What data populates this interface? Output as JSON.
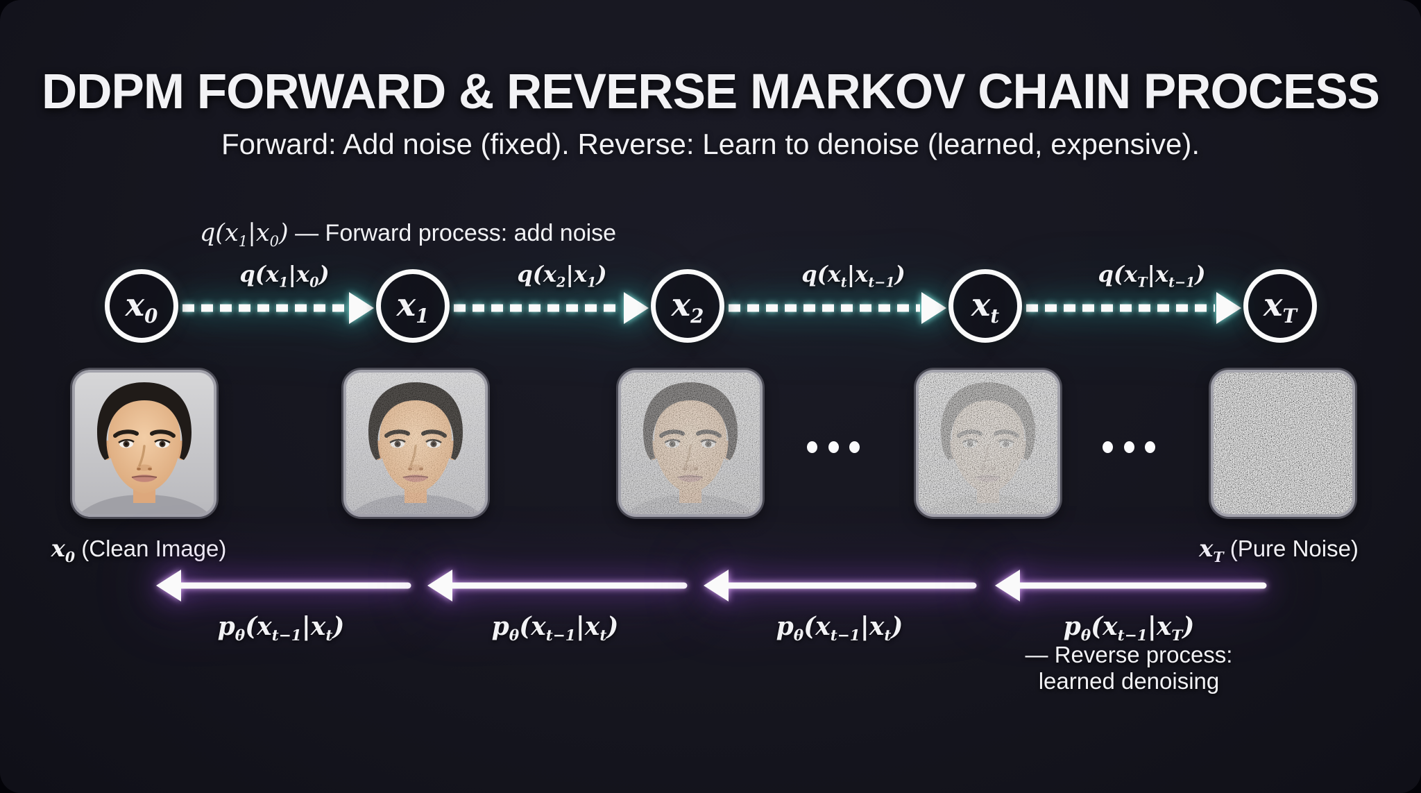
{
  "colors": {
    "background": "#16161f",
    "text": "#f2f2f5",
    "forward_glow_teal": "#2dd4bf",
    "reverse_glow_purple": "#a855f7",
    "arrow_white": "#fafafa",
    "tile_frame_gray": "#a2a2ab"
  },
  "header": {
    "title": "DDPM FORWARD & REVERSE MARKOV CHAIN PROCESS",
    "subtitle": "Forward: Add noise (fixed). Reverse: Learn to denoise (learned, expensive)."
  },
  "forward_note": {
    "math_html": "q(x<sub>1</sub>|x<sub>0</sub>)",
    "text": " — Forward process: add noise"
  },
  "chain": {
    "nodes": [
      {
        "label_html": "x<sub>0</sub>"
      },
      {
        "label_html": "x<sub>1</sub>"
      },
      {
        "label_html": "x<sub>2</sub>"
      },
      {
        "label_html": "x<sub>t</sub>"
      },
      {
        "label_html": "x<sub>T</sub>"
      }
    ],
    "forward_edges": [
      {
        "label_html": "q(x<sub>1</sub>|x<sub>0</sub>)"
      },
      {
        "label_html": "q(x<sub>2</sub>|x<sub>1</sub>)"
      },
      {
        "label_html": "q(x<sub>t</sub>|x<sub>t−1</sub>)"
      },
      {
        "label_html": "q(x<sub>T</sub>|x<sub>t−1</sub>)"
      }
    ]
  },
  "images": [
    {
      "name": "x0-clean-face-image",
      "noise_level": "none"
    },
    {
      "name": "x1-light-noise-face-image",
      "noise_level": "light"
    },
    {
      "name": "x2-medium-noise-face-image",
      "noise_level": "medium"
    },
    {
      "name": "xt-heavy-noise-face-image",
      "noise_level": "heavy"
    },
    {
      "name": "xT-pure-noise-image",
      "noise_level": "pure"
    }
  ],
  "captions": {
    "left_math_html": "x<sub>0</sub>",
    "left_text": " (Clean Image)",
    "right_math_html": "x<sub>T</sub>",
    "right_text": " (Pure Noise)"
  },
  "reverse": {
    "edges": [
      {
        "label_html": "p<sub>θ</sub>(x<sub>t−1</sub>|x<sub>t</sub>)"
      },
      {
        "label_html": "p<sub>θ</sub>(x<sub>t−1</sub>|x<sub>t</sub>)"
      },
      {
        "label_html": "p<sub>θ</sub>(x<sub>t−1</sub>|x<sub>t</sub>)"
      },
      {
        "label_html": "p<sub>θ</sub>(x<sub>t−1</sub>|x<sub>T</sub>)"
      }
    ],
    "note_line1": "— Reverse process:",
    "note_line2": "learned denoising"
  }
}
